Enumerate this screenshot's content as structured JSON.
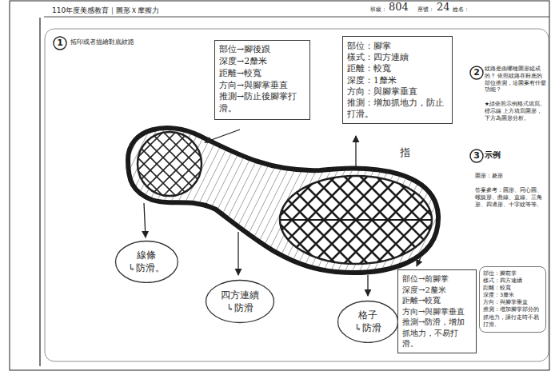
{
  "diagram": {
    "title": "110年度美感教育｜圖形Ｘ摩擦力",
    "nodes": [
      {
        "text": [
          "部位→腳後跟",
          "深度→2釐米",
          "距離→較寬",
          "方向→與腳掌垂直",
          "推測→防止後腳掌打滑。"
        ]
      },
      {
        "text": [
          "部位：腳掌",
          "樣式：四方連續",
          "距離：較寬",
          "深度：1釐米",
          "方向：與腳掌垂直",
          "推測：增加抓地力，防止打滑。"
        ]
      },
      {
        "text": [
          "線條",
          "↳防滑。"
        ]
      },
      {
        "text": [
          "四方連續",
          "↳防滑"
        ]
      },
      {
        "text": [
          "格子",
          "↳防滑"
        ]
      },
      {
        "text": [
          "部位→前腳掌",
          "深度→2釐米",
          "距離→較寬",
          "方向→與腳掌垂直",
          "推測→防滑，增加抓地力，不易打滑。"
        ]
      },
      {
        "text": [
          "部位：腳前掌",
          "樣式：四方連續",
          "距離：較寬",
          "深度：3釐米",
          "方向：與腳掌垂直",
          "推測：增加腳掌部分的抓地力，讓行走時不易打滑。"
        ]
      }
    ],
    "labels": [
      "班級：",
      "804",
      "座號：",
      "24",
      "姓名：",
      "1",
      "拓印或者描繪鞋底紋路",
      "2",
      "紋路是由哪種圖形組成的？ 依照紋路在鞋底的部位推測，這圖案有什麼功能？",
      "★請依照示例格式填寫。 標示線 上方填寫圖形， 下方為圖形分析。",
      "3",
      "示例",
      "圖形：菱形",
      "答案參考：圓形、同心圓、螺旋形、曲線、直線、三角形、四邊形、十字紋等等。",
      "指"
    ]
  }
}
